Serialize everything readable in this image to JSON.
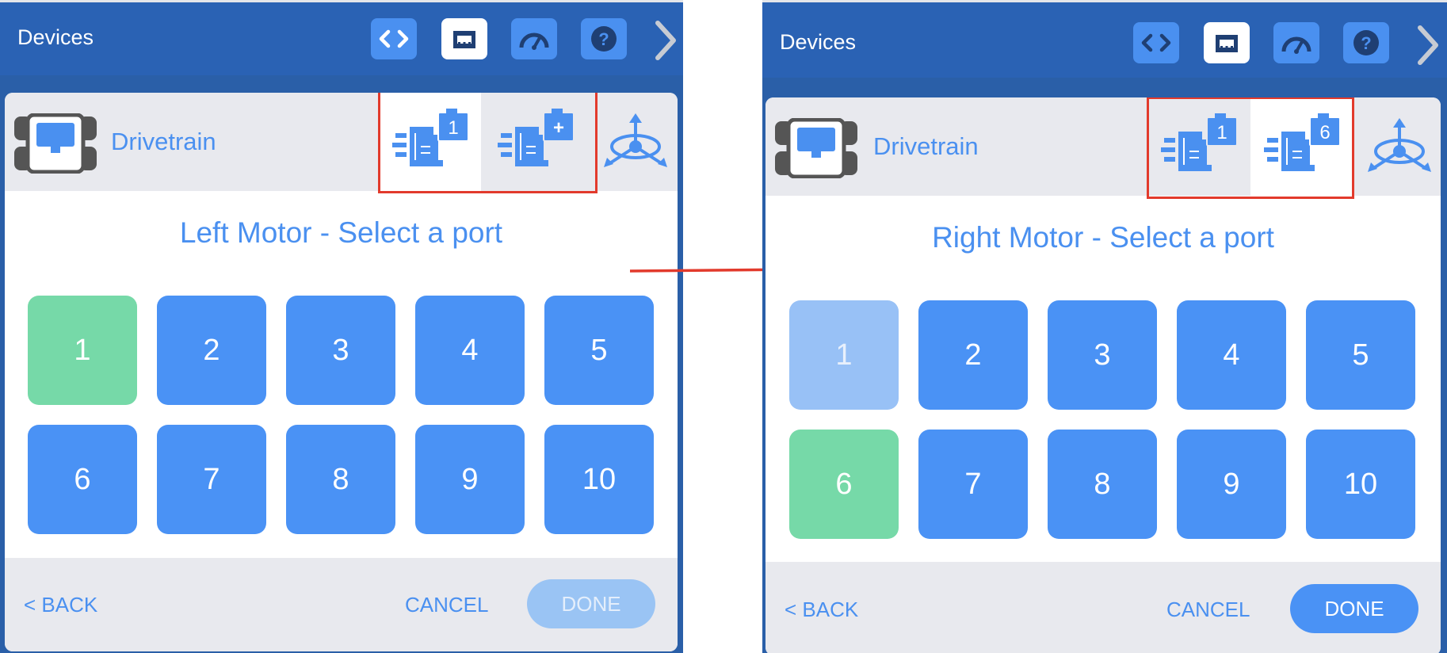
{
  "colors": {
    "topbar": "#2a62b4",
    "accent": "#4a90f0",
    "port_default": "#4a92f5",
    "port_selected": "#76d9a8",
    "port_disabled": "#98c1f6",
    "highlight": "#e23a2c"
  },
  "toolbar_icons": [
    "code-icon",
    "devices-icon",
    "dashboard-icon",
    "help-icon",
    "chevron-right-icon"
  ],
  "left_panel": {
    "title": "Devices",
    "active_toolbar_button": "devices",
    "device_label": "Drivetrain",
    "motor_slots": [
      {
        "badge": "1",
        "selected": true
      },
      {
        "badge": "+",
        "selected": false
      }
    ],
    "heading": "Left Motor - Select a port",
    "ports": [
      {
        "label": "1",
        "state": "selected"
      },
      {
        "label": "2",
        "state": "default"
      },
      {
        "label": "3",
        "state": "default"
      },
      {
        "label": "4",
        "state": "default"
      },
      {
        "label": "5",
        "state": "default"
      },
      {
        "label": "6",
        "state": "default"
      },
      {
        "label": "7",
        "state": "default"
      },
      {
        "label": "8",
        "state": "default"
      },
      {
        "label": "9",
        "state": "default"
      },
      {
        "label": "10",
        "state": "default"
      }
    ],
    "back_label": "< BACK",
    "cancel_label": "CANCEL",
    "done_label": "DONE",
    "done_enabled": false
  },
  "right_panel": {
    "title": "Devices",
    "active_toolbar_button": "devices",
    "device_label": "Drivetrain",
    "motor_slots": [
      {
        "badge": "1",
        "selected": false
      },
      {
        "badge": "6",
        "selected": true
      }
    ],
    "heading": "Right Motor - Select a port",
    "ports": [
      {
        "label": "1",
        "state": "disabled"
      },
      {
        "label": "2",
        "state": "default"
      },
      {
        "label": "3",
        "state": "default"
      },
      {
        "label": "4",
        "state": "default"
      },
      {
        "label": "5",
        "state": "default"
      },
      {
        "label": "6",
        "state": "selected"
      },
      {
        "label": "7",
        "state": "default"
      },
      {
        "label": "8",
        "state": "default"
      },
      {
        "label": "9",
        "state": "default"
      },
      {
        "label": "10",
        "state": "default"
      }
    ],
    "back_label": "< BACK",
    "cancel_label": "CANCEL",
    "done_label": "DONE",
    "done_enabled": true
  }
}
